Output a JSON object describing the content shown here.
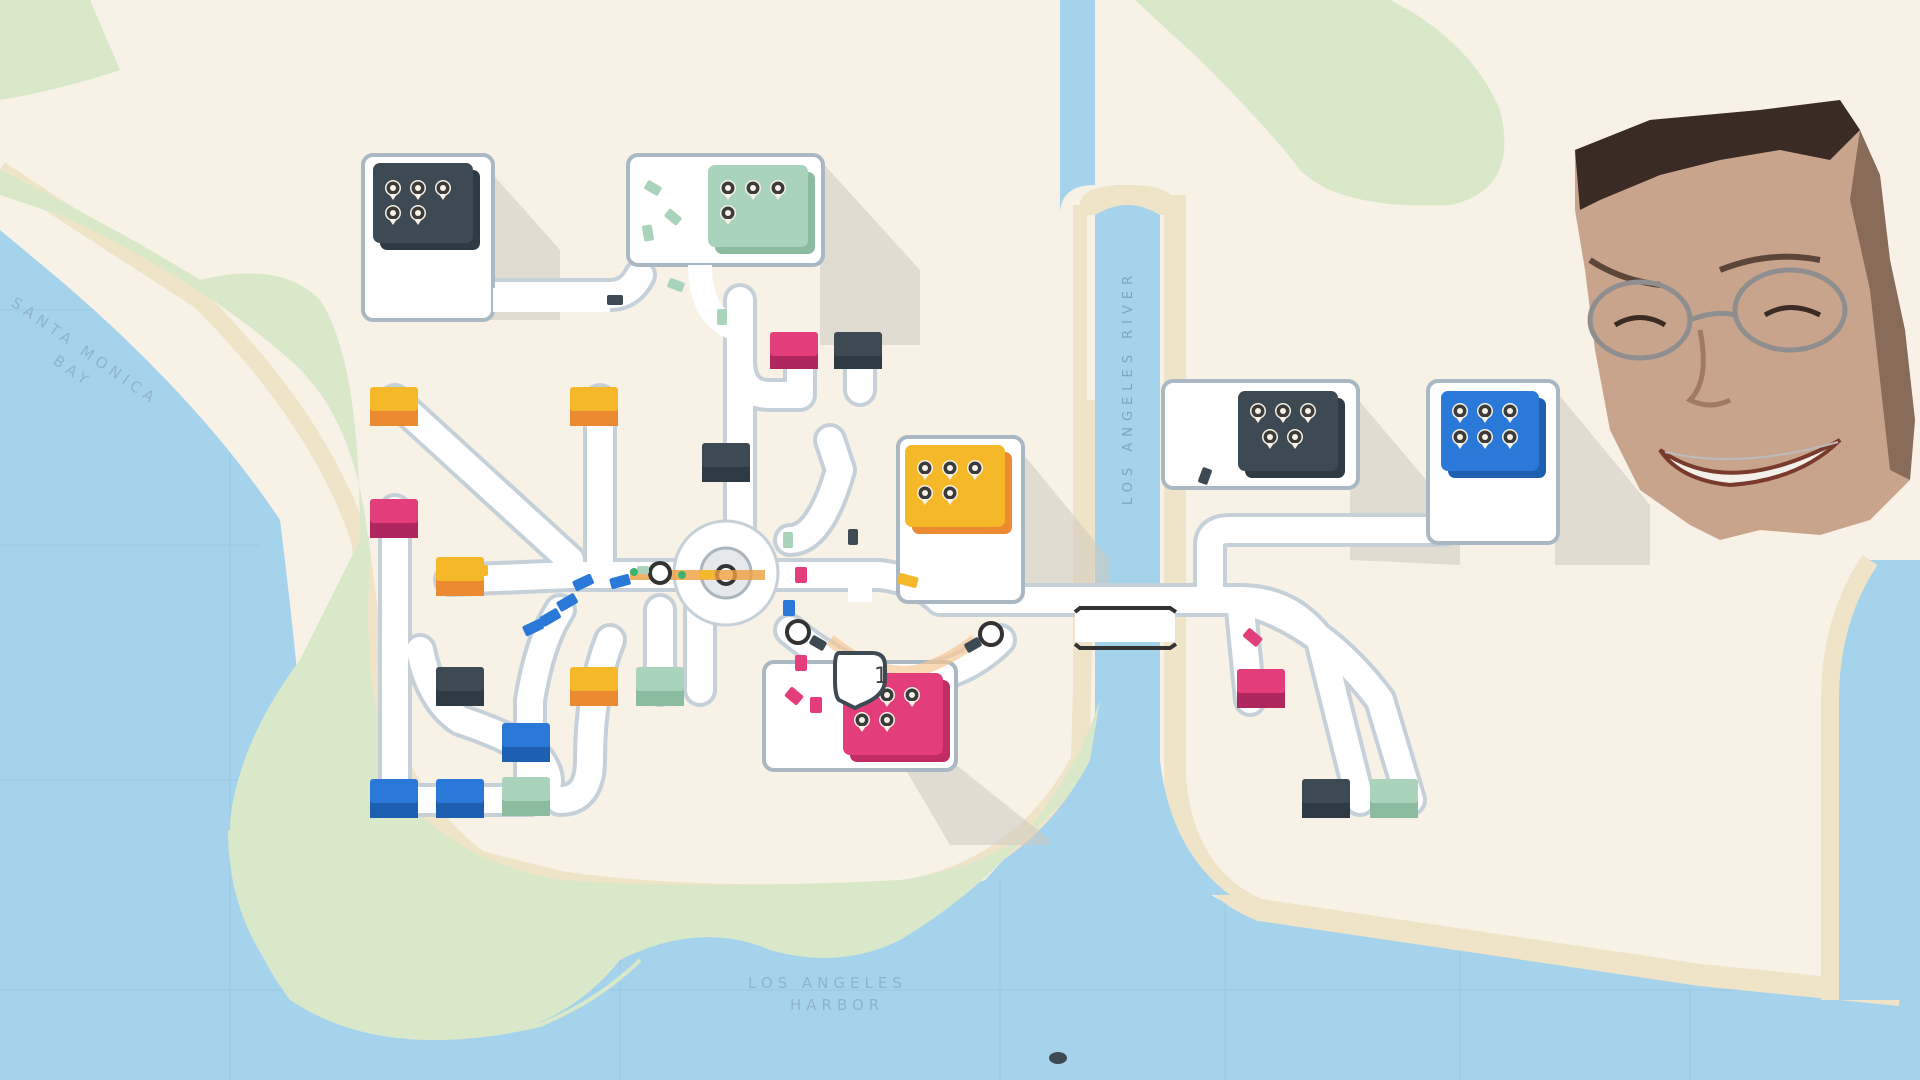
{
  "map": {
    "labels": {
      "santa_monica": "SANTA MONICA",
      "bay": "BAY",
      "los_angeles_river": "LOS ANGELES RIVER",
      "harbor_line1": "LOS ANGELES",
      "harbor_line2": "HARBOR"
    }
  },
  "hud": {
    "badge_count": "1"
  },
  "colors": {
    "water": "#a6d3ec",
    "land": "#f7f1e6",
    "grass": "#d8e8c9",
    "road": "#ffffff",
    "road_edge": "#c5d0d8",
    "dark": "#3d4a54",
    "mint": "#a9d3bb",
    "yellow": "#f5b829",
    "orange": "#ec8a32",
    "pink": "#e33d7b",
    "blue": "#2a79d9"
  },
  "overlay": {
    "icon": "webcam-face-overlay"
  },
  "icons": [
    "pin-icon",
    "roundabout-icon",
    "bridge-icon",
    "car-icon",
    "house-icon",
    "destination-icon",
    "badge-icon"
  ]
}
